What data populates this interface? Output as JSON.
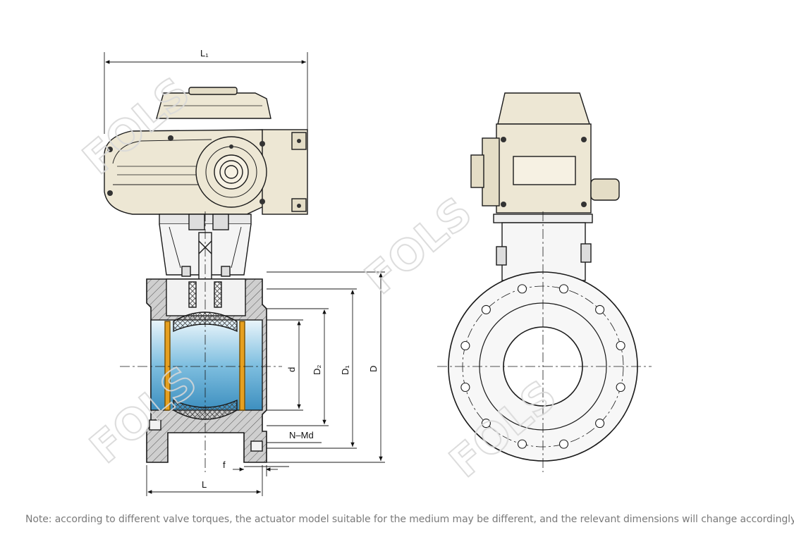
{
  "labels": {
    "L1": "L₁",
    "L": "L",
    "f": "f",
    "NMd": "N–Md",
    "d": "d",
    "D2": "D₂",
    "D1": "D₁",
    "D": "D"
  },
  "watermark": "FOLS",
  "note": "Note: according to different valve torques, the actuator model suitable for the medium may be different, and the relevant dimensions will change accordingly.",
  "colors": {
    "body_fill": "#f2f2f2",
    "actuator_fill": "#ede7d4",
    "bore_fill": "#5fa6cc",
    "seal_color": "#e6a020",
    "line": "#1a1a1a"
  }
}
